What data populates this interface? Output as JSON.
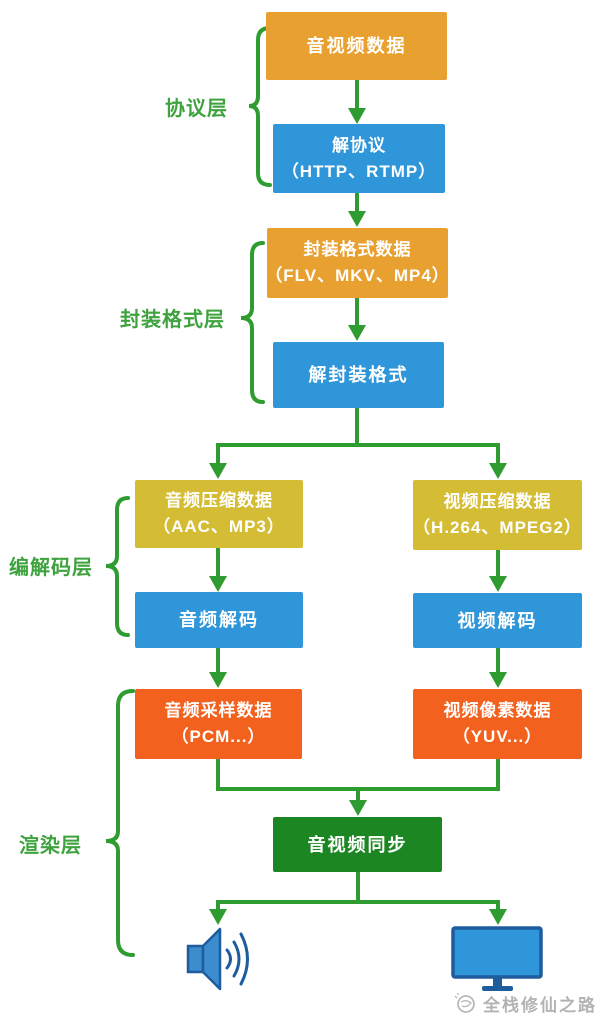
{
  "diagram": {
    "layers": [
      {
        "label": "协议层"
      },
      {
        "label": "封装格式层"
      },
      {
        "label": "编解码层"
      },
      {
        "label": "渲染层"
      }
    ],
    "nodes": {
      "av_data": {
        "line1": "音视频数据"
      },
      "deprotocol": {
        "line1": "解协议",
        "line2": "（HTTP、RTMP）"
      },
      "format_data": {
        "line1": "封装格式数据",
        "line2": "（FLV、MKV、MP4）"
      },
      "deformat": {
        "line1": "解封装格式"
      },
      "audio_compressed": {
        "line1": "音频压缩数据",
        "line2": "（AAC、MP3）"
      },
      "video_compressed": {
        "line1": "视频压缩数据",
        "line2": "（H.264、MPEG2）"
      },
      "audio_decode": {
        "line1": "音频解码"
      },
      "video_decode": {
        "line1": "视频解码"
      },
      "audio_samples": {
        "line1": "音频采样数据",
        "line2": "（PCM...）"
      },
      "video_pixels": {
        "line1": "视频像素数据",
        "line2": "（YUV...）"
      },
      "av_sync": {
        "line1": "音视频同步"
      }
    },
    "icons": {
      "speaker": "speaker-icon",
      "display": "display-icon",
      "watermark_logo": "watermark-logo-icon"
    },
    "watermark": {
      "text": "全栈修仙之路"
    },
    "colors": {
      "node_orange": "#E8A130",
      "node_blue": "#2F96D9",
      "node_yellow": "#D4BD35",
      "node_redorange": "#F2611D",
      "node_green": "#1C8722",
      "connector_green": "#2E9C30",
      "label_green": "#3EA33E",
      "icon_blue_fill": "#3C8CCE",
      "icon_blue_stroke": "#1E5C9E",
      "watermark_gray": "#B3B3B3"
    }
  }
}
